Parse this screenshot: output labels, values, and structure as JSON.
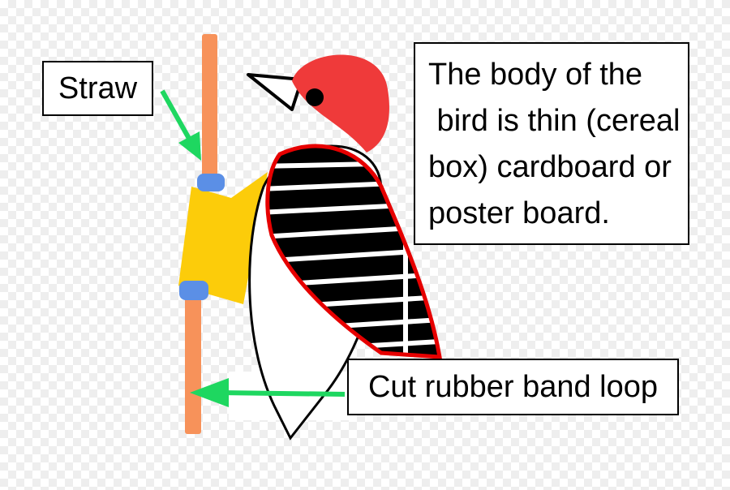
{
  "labels": {
    "straw": "Straw",
    "body_lines": [
      "The body of the",
      " bird is thin (cereal",
      "box) cardboard or",
      "poster board."
    ],
    "rubber_band": "Cut rubber band loop"
  },
  "colors": {
    "straw": "#f7925a",
    "band": "#5b8fe6",
    "tape": "#fccc0a",
    "head": "#ef3a3a",
    "wing_outline": "#e60000",
    "wing_fill": "#000000",
    "arrow": "#1ed760",
    "outline": "#000000"
  }
}
